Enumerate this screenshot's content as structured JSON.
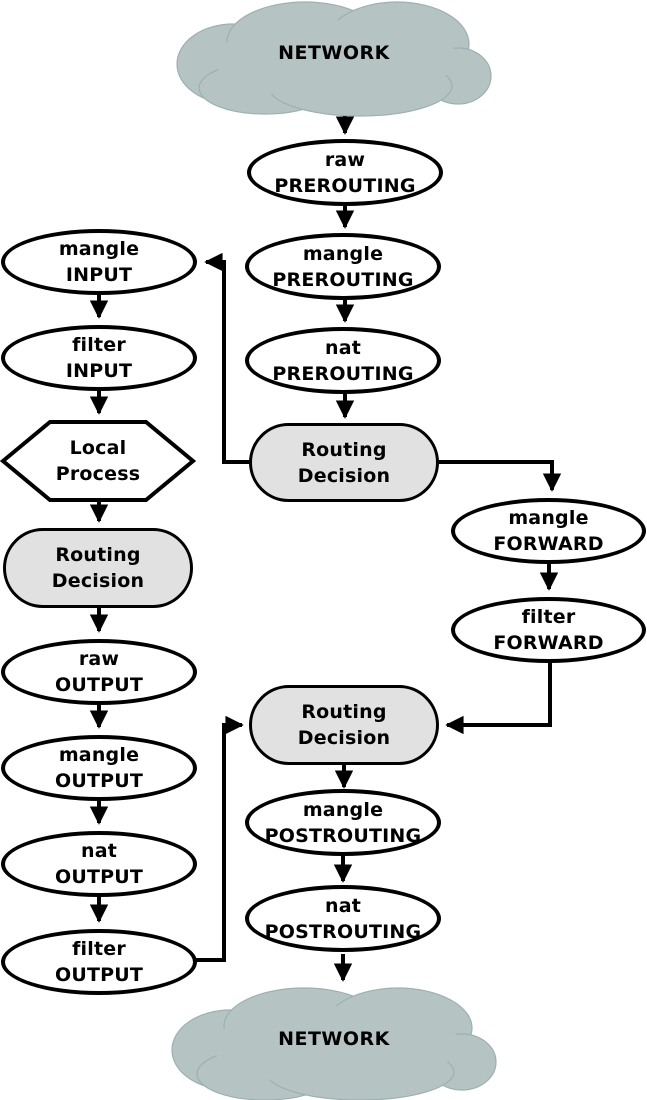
{
  "diagram_subject": "iptables packet flow",
  "colors": {
    "cloud_fill": "#b5c3c3",
    "cloud_lobe_edge": "#9db0b0",
    "decision_fill": "#e1e1e1",
    "shape_stroke": "#000000",
    "chain_fill": "#ffffff"
  },
  "clouds": {
    "top": {
      "label": "NETWORK"
    },
    "bottom": {
      "label": "NETWORK"
    }
  },
  "nodes": {
    "raw_prerouting": {
      "line1": "raw",
      "line2": "PREROUTING"
    },
    "mangle_prerouting": {
      "line1": "mangle",
      "line2": "PREROUTING"
    },
    "nat_prerouting": {
      "line1": "nat",
      "line2": "PREROUTING"
    },
    "routing_decision_center": {
      "line1": "Routing",
      "line2": "Decision"
    },
    "mangle_input": {
      "line1": "mangle",
      "line2": "INPUT"
    },
    "filter_input": {
      "line1": "filter",
      "line2": "INPUT"
    },
    "local_process": {
      "line1": "Local",
      "line2": "Process"
    },
    "routing_decision_left": {
      "line1": "Routing",
      "line2": "Decision"
    },
    "raw_output": {
      "line1": "raw",
      "line2": "OUTPUT"
    },
    "mangle_output": {
      "line1": "mangle",
      "line2": "OUTPUT"
    },
    "nat_output": {
      "line1": "nat",
      "line2": "OUTPUT"
    },
    "filter_output": {
      "line1": "filter",
      "line2": "OUTPUT"
    },
    "mangle_forward": {
      "line1": "mangle",
      "line2": "FORWARD"
    },
    "filter_forward": {
      "line1": "filter",
      "line2": "FORWARD"
    },
    "routing_decision_bottom": {
      "line1": "Routing",
      "line2": "Decision"
    },
    "mangle_postrouting": {
      "line1": "mangle",
      "line2": "POSTROUTING"
    },
    "nat_postrouting": {
      "line1": "nat",
      "line2": "POSTROUTING"
    }
  }
}
